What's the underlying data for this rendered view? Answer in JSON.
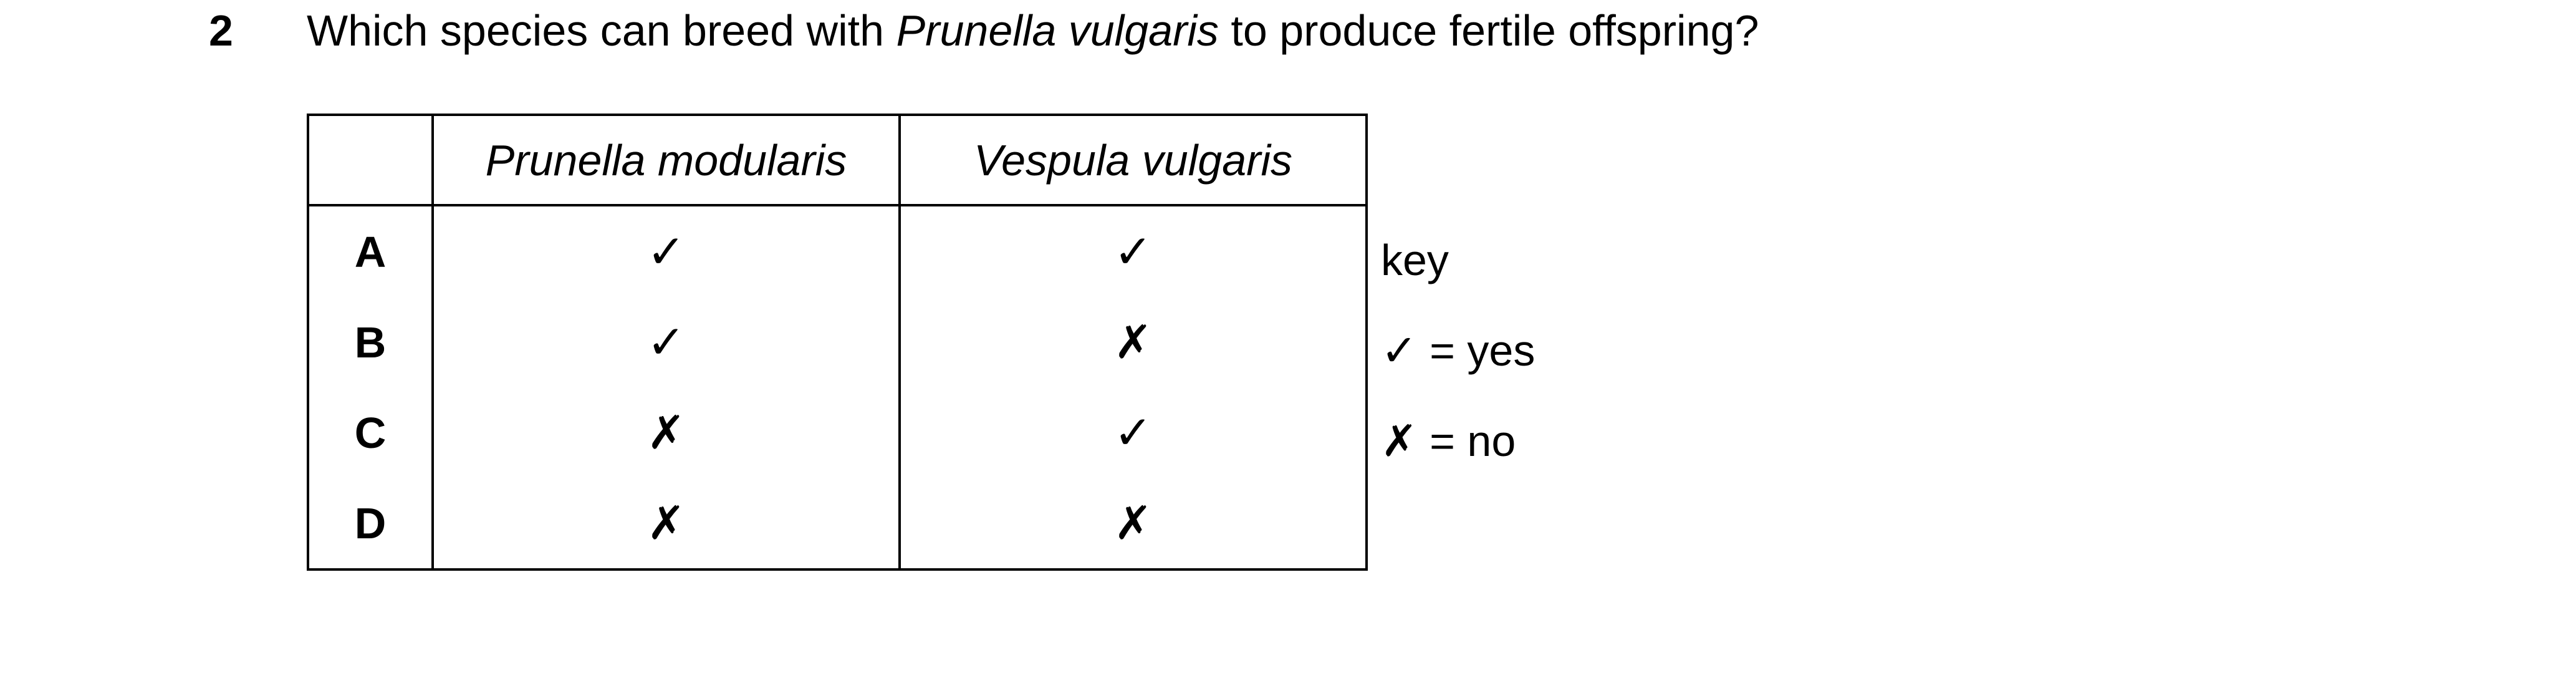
{
  "question": {
    "number": "2",
    "text_before": "Which species can breed with ",
    "species_italic": "Prunella vulgaris",
    "text_after": " to produce fertile offspring?"
  },
  "table": {
    "corner": "",
    "columns": [
      "Prunella modularis",
      "Vespula vulgaris"
    ],
    "rows": [
      {
        "letter": "A",
        "values": [
          "✓",
          "✓"
        ]
      },
      {
        "letter": "B",
        "values": [
          "✓",
          "✗"
        ]
      },
      {
        "letter": "C",
        "values": [
          "✗",
          "✓"
        ]
      },
      {
        "letter": "D",
        "values": [
          "✗",
          "✗"
        ]
      }
    ]
  },
  "key": {
    "title": "key",
    "yes_symbol": "✓",
    "yes_text": " = yes",
    "no_symbol": "✗",
    "no_text": " = no"
  }
}
